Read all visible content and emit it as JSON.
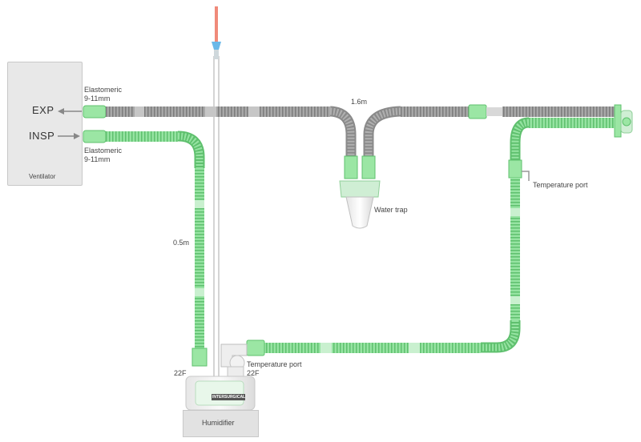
{
  "ventilator": {
    "label": "Ventilator",
    "exp_label": "EXP",
    "insp_label": "INSP"
  },
  "labels": {
    "elastomeric_top_line1": "Elastomeric",
    "elastomeric_top_line2": "9-11mm",
    "elastomeric_bottom_line1": "Elastomeric",
    "elastomeric_bottom_line2": "9-11mm",
    "length_expiratory": "1.6m",
    "length_inspiratory": "0.5m",
    "water_trap": "Water trap",
    "temperature_port_right": "Temperature port",
    "temperature_port_bottom": "Temperature port",
    "size_bottom": "22F",
    "size_left": "22F",
    "humidifier": "Humidifier",
    "brand": "INTERSURGICAL"
  },
  "colors": {
    "expiratory_tube": "#9a9a9a",
    "inspiratory_tube": "#7fd88c",
    "connector_green": "#9be6a4",
    "feed_line_tip": "#f08a7a",
    "feed_line_connector": "#6bb8e8"
  }
}
